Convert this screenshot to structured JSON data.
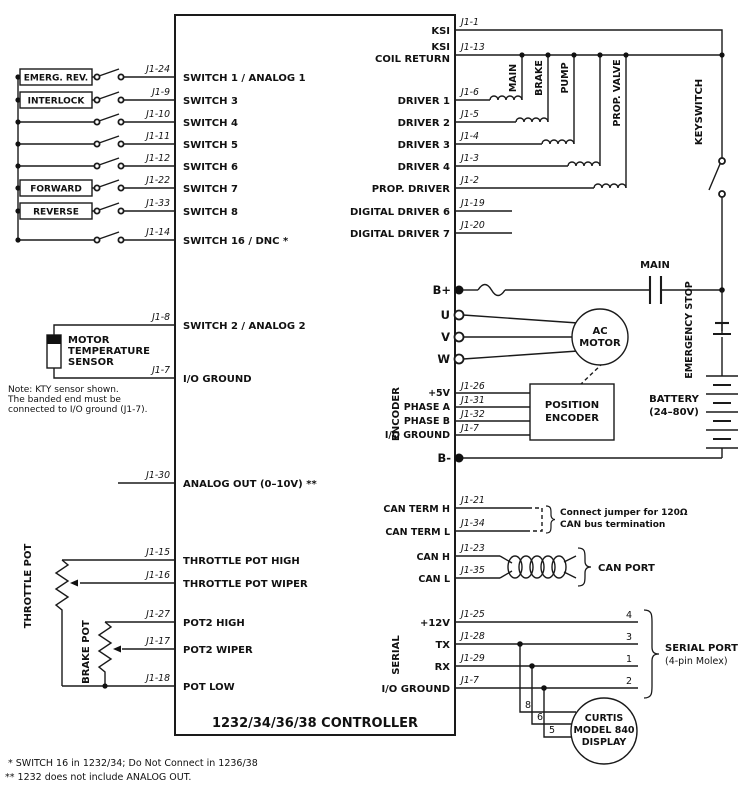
{
  "diagram": {
    "title": "1232/34/36/38 CONTROLLER",
    "footnote1": "* SWITCH 16 in 1232/34;  Do Not Connect in 1236/38",
    "footnote2": "** 1232 does not include ANALOG OUT."
  },
  "switch_inputs": {
    "rows": [
      {
        "external": "EMERG. REV.",
        "pin": "J1-24",
        "label": "SWITCH 1 / ANALOG 1"
      },
      {
        "external": "INTERLOCK",
        "pin": "J1-9",
        "label": "SWITCH 3"
      },
      {
        "external": "",
        "pin": "J1-10",
        "label": "SWITCH 4"
      },
      {
        "external": "",
        "pin": "J1-11",
        "label": "SWITCH 5"
      },
      {
        "external": "",
        "pin": "J1-12",
        "label": "SWITCH 6"
      },
      {
        "external": "FORWARD",
        "pin": "J1-22",
        "label": "SWITCH 7"
      },
      {
        "external": "REVERSE",
        "pin": "J1-33",
        "label": "SWITCH 8"
      },
      {
        "external": "",
        "pin": "J1-14",
        "label": "SWITCH 16 / DNC *"
      }
    ]
  },
  "motor_temp": {
    "name1": "MOTOR",
    "name2": "TEMPERATURE",
    "name3": "SENSOR",
    "pin_top": "J1-8",
    "label_top": "SWITCH 2 / ANALOG 2",
    "pin_bottom": "J1-7",
    "label_bottom": "I/O GROUND",
    "note1": "Note: KTY sensor shown.",
    "note2": "The banded end must be",
    "note3": "connected to I/O ground (J1-7)."
  },
  "analog_out": {
    "pin": "J1-30",
    "label": "ANALOG OUT (0–10V) **"
  },
  "throttle_pot": {
    "name": "THROTTLE POT",
    "pin_high": "J1-15",
    "label_high": "THROTTLE POT HIGH",
    "pin_wiper": "J1-16",
    "label_wiper": "THROTTLE POT WIPER"
  },
  "brake_pot": {
    "name": "BRAKE POT",
    "pin_high": "J1-27",
    "label_high": "POT2 HIGH",
    "pin_wiper": "J1-17",
    "label_wiper": "POT2 WIPER",
    "pin_low": "J1-18",
    "label_low": "POT LOW"
  },
  "ksi": {
    "pin": "J1-1",
    "label": "KSI"
  },
  "coil_return": {
    "pin": "J1-13",
    "label_line1": "KSI",
    "label_line2": "COIL RETURN"
  },
  "drivers": {
    "rows": [
      {
        "pin": "J1-6",
        "label": "DRIVER 1"
      },
      {
        "pin": "J1-5",
        "label": "DRIVER 2"
      },
      {
        "pin": "J1-4",
        "label": "DRIVER 3"
      },
      {
        "pin": "J1-3",
        "label": "DRIVER 4"
      },
      {
        "pin": "J1-2",
        "label": "PROP. DRIVER"
      },
      {
        "pin": "J1-19",
        "label": "DIGITAL DRIVER 6"
      },
      {
        "pin": "J1-20",
        "label": "DIGITAL DRIVER 7"
      }
    ],
    "coil_main": "MAIN",
    "coil_brake": "BRAKE",
    "coil_pump": "PUMP",
    "coil_prop_valve": "PROP. VALVE"
  },
  "keyswitch_label": "KEYSWITCH",
  "power": {
    "b_plus": "B+",
    "b_minus": "B-",
    "phase_u": "U",
    "phase_v": "V",
    "phase_w": "W",
    "main_contactor": "MAIN",
    "emergency_stop": "EMERGENCY STOP",
    "battery_line1": "BATTERY",
    "battery_line2": "(24–80V)",
    "motor_line1": "AC",
    "motor_line2": "MOTOR"
  },
  "encoder": {
    "section": "ENCODER",
    "rows": [
      {
        "pin": "J1-26",
        "label": "+5V"
      },
      {
        "pin": "J1-31",
        "label": "PHASE A"
      },
      {
        "pin": "J1-32",
        "label": "PHASE B"
      },
      {
        "pin": "J1-7",
        "label": "I/O GROUND"
      }
    ],
    "box_line1": "POSITION",
    "box_line2": "ENCODER"
  },
  "can": {
    "term_h_pin": "J1-21",
    "term_h_label": "CAN TERM H",
    "term_l_pin": "J1-34",
    "term_l_label": "CAN TERM L",
    "jumper_note1": "Connect jumper for 120Ω",
    "jumper_note2": "CAN bus termination",
    "h_pin": "J1-23",
    "h_label": "CAN H",
    "l_pin": "J1-35",
    "l_label": "CAN L",
    "port": "CAN PORT"
  },
  "serial": {
    "section": "SERIAL",
    "rows": [
      {
        "pin": "J1-25",
        "label": "+12V",
        "num": "4"
      },
      {
        "pin": "J1-28",
        "label": "TX",
        "num": "3"
      },
      {
        "pin": "J1-29",
        "label": "RX",
        "num": "1"
      },
      {
        "pin": "J1-7",
        "label": "I/O GROUND",
        "num": "2"
      }
    ],
    "port_line1": "SERIAL PORT",
    "port_line2": "(4-pin Molex)",
    "display_pins": [
      "8",
      "6",
      "5"
    ],
    "display_line1": "CURTIS",
    "display_line2": "MODEL 840",
    "display_line3": "DISPLAY"
  }
}
